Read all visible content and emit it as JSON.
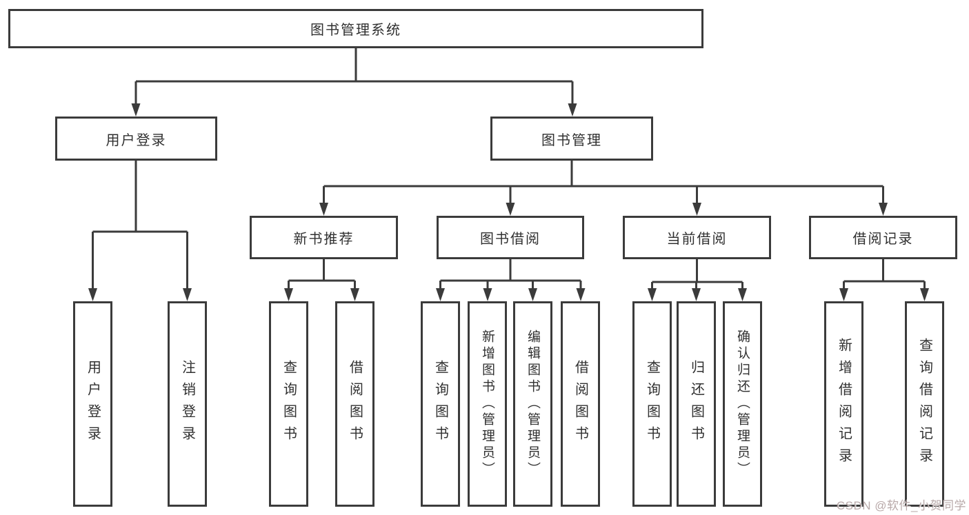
{
  "tree": {
    "root": {
      "label": "图书管理系统"
    },
    "children": [
      {
        "label": "用户登录",
        "children": [
          {
            "label": "用户登录"
          },
          {
            "label": "注销登录"
          }
        ]
      },
      {
        "label": "图书管理",
        "children": [
          {
            "label": "新书推荐",
            "children": [
              {
                "label": "查询图书"
              },
              {
                "label": "借阅图书"
              }
            ]
          },
          {
            "label": "图书借阅",
            "children": [
              {
                "label": "查询图书"
              },
              {
                "label": "新增图书（管理员）"
              },
              {
                "label": "编辑图书（管理员）"
              },
              {
                "label": "借阅图书"
              }
            ]
          },
          {
            "label": "当前借阅",
            "children": [
              {
                "label": "查询图书"
              },
              {
                "label": "归还图书"
              },
              {
                "label": "确认归还（管理员）"
              }
            ]
          },
          {
            "label": "借阅记录",
            "children": [
              {
                "label": "新增借阅记录"
              },
              {
                "label": "查询借阅记录"
              }
            ]
          }
        ]
      }
    ]
  },
  "colors": {
    "line": "#3b3b3b",
    "text": "#303030",
    "background": "#ffffff",
    "watermark": "#b3a2a2"
  },
  "watermark": {
    "text": "CSDN @软件_小贺同学"
  }
}
